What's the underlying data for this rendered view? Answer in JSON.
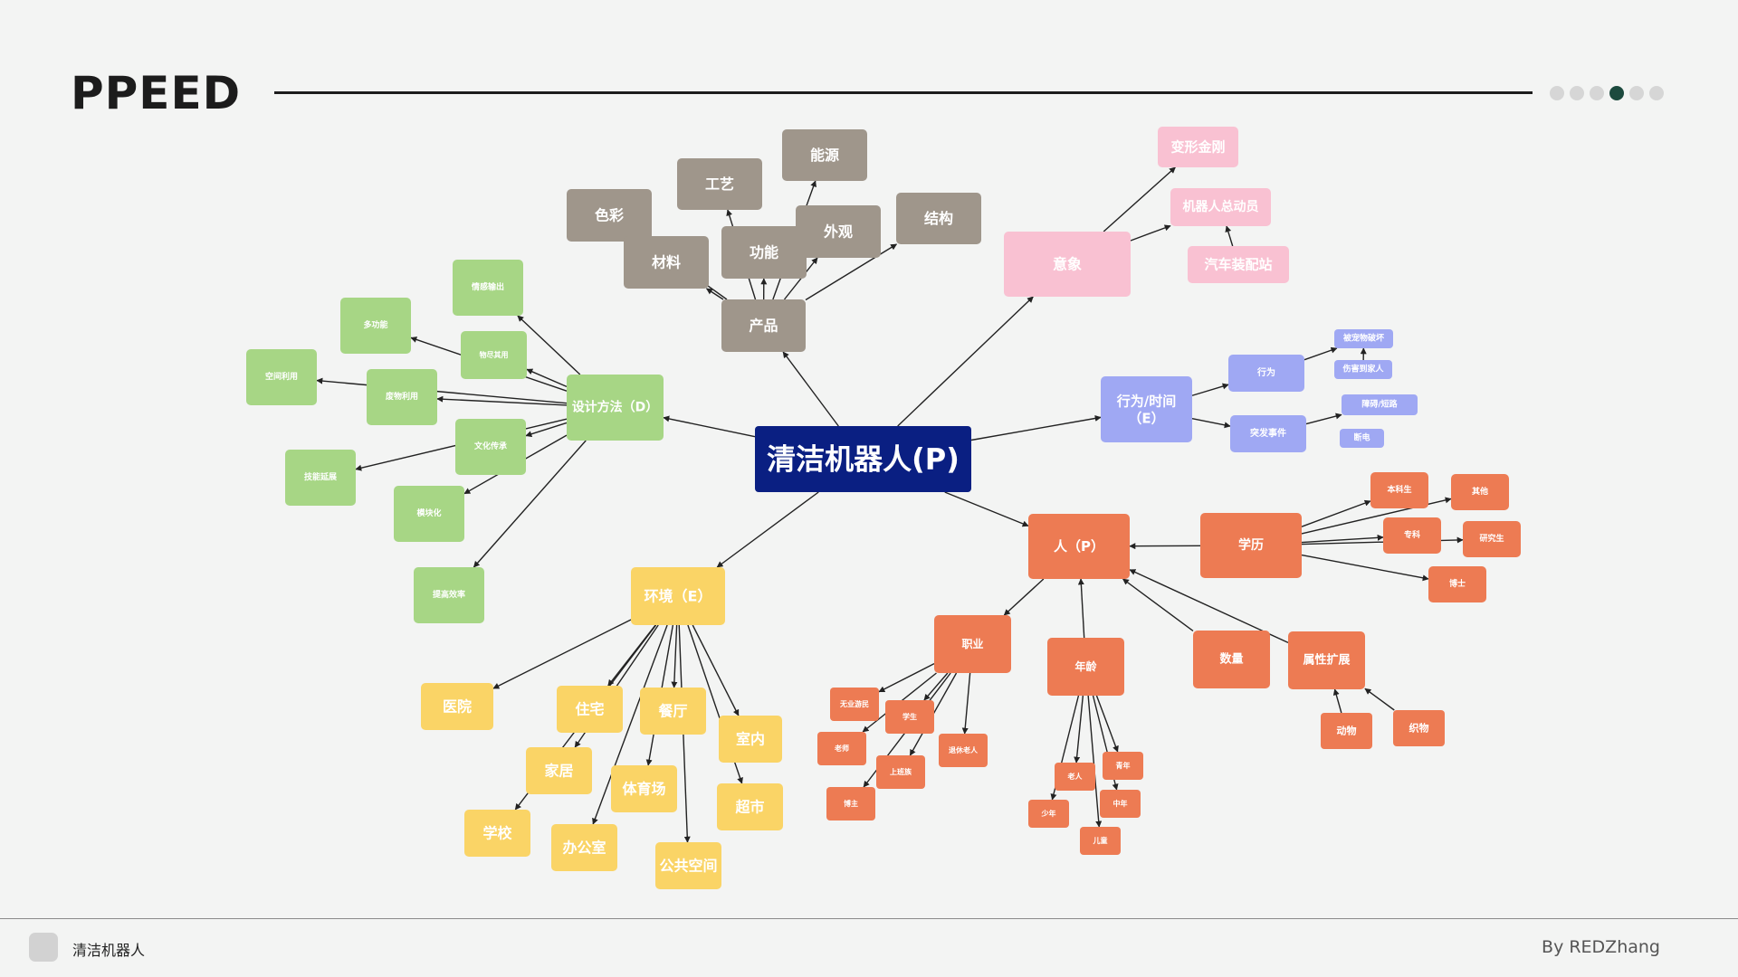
{
  "header": {
    "title": "PPEED",
    "pager": {
      "total": 6,
      "active": 4
    }
  },
  "footer": {
    "label": "清洁机器人",
    "author": "By REDZhang"
  },
  "colors": {
    "center": "#0a1f82",
    "gray": "#9f968b",
    "pink": "#f9c1d2",
    "purple": "#9fa8f3",
    "orange": "#ed7b53",
    "green": "#a7d685",
    "yellow": "#fad466",
    "line": "#222222"
  },
  "mindmap": {
    "nodes": [
      {
        "id": "center",
        "label": "清洁机器人(P)",
        "group": "center"
      },
      {
        "id": "product",
        "label": "产品",
        "group": "gray"
      },
      {
        "id": "color",
        "label": "色彩",
        "group": "gray"
      },
      {
        "id": "material",
        "label": "材料",
        "group": "gray"
      },
      {
        "id": "craft",
        "label": "工艺",
        "group": "gray"
      },
      {
        "id": "function",
        "label": "功能",
        "group": "gray"
      },
      {
        "id": "energy",
        "label": "能源",
        "group": "gray"
      },
      {
        "id": "appearance",
        "label": "外观",
        "group": "gray"
      },
      {
        "id": "structure",
        "label": "结构",
        "group": "gray"
      },
      {
        "id": "image",
        "label": "意象",
        "group": "pink"
      },
      {
        "id": "transformers",
        "label": "变形金刚",
        "group": "pink"
      },
      {
        "id": "robot_assembler",
        "label": "机器人总动员",
        "group": "pink"
      },
      {
        "id": "car_plant",
        "label": "汽车装配站",
        "group": "pink"
      },
      {
        "id": "behavior_time",
        "label": "行为/时间（E）",
        "group": "purple"
      },
      {
        "id": "behavior",
        "label": "行为",
        "group": "purple"
      },
      {
        "id": "emergency",
        "label": "突发事件",
        "group": "purple"
      },
      {
        "id": "pet_damage",
        "label": "被宠物破坏",
        "group": "purple"
      },
      {
        "id": "hurt_family",
        "label": "伤害到家人",
        "group": "purple"
      },
      {
        "id": "obstacle",
        "label": "障碍/短路",
        "group": "purple"
      },
      {
        "id": "power_off",
        "label": "断电",
        "group": "purple"
      },
      {
        "id": "person",
        "label": "人（P）",
        "group": "orange"
      },
      {
        "id": "education",
        "label": "学历",
        "group": "orange"
      },
      {
        "id": "undergrad",
        "label": "本科生",
        "group": "orange"
      },
      {
        "id": "other",
        "label": "其他",
        "group": "orange"
      },
      {
        "id": "college",
        "label": "专科",
        "group": "orange"
      },
      {
        "id": "postgrad",
        "label": "研究生",
        "group": "orange"
      },
      {
        "id": "doctor",
        "label": "博士",
        "group": "orange"
      },
      {
        "id": "occupation",
        "label": "职业",
        "group": "orange"
      },
      {
        "id": "unemployed",
        "label": "无业游民",
        "group": "orange"
      },
      {
        "id": "student",
        "label": "学生",
        "group": "orange"
      },
      {
        "id": "teacher",
        "label": "老师",
        "group": "orange"
      },
      {
        "id": "office_worker",
        "label": "上班族",
        "group": "orange"
      },
      {
        "id": "retiree",
        "label": "退休老人",
        "group": "orange"
      },
      {
        "id": "blogger",
        "label": "博主",
        "group": "orange"
      },
      {
        "id": "age",
        "label": "年龄",
        "group": "orange"
      },
      {
        "id": "elderly",
        "label": "老人",
        "group": "orange"
      },
      {
        "id": "youth",
        "label": "青年",
        "group": "orange"
      },
      {
        "id": "teen",
        "label": "少年",
        "group": "orange"
      },
      {
        "id": "middle_aged",
        "label": "中年",
        "group": "orange"
      },
      {
        "id": "child",
        "label": "儿童",
        "group": "orange"
      },
      {
        "id": "quantity",
        "label": "数量",
        "group": "orange"
      },
      {
        "id": "attr_ext",
        "label": "属性扩展",
        "group": "orange"
      },
      {
        "id": "animal",
        "label": "动物",
        "group": "orange"
      },
      {
        "id": "fabric",
        "label": "织物",
        "group": "orange"
      },
      {
        "id": "design_method",
        "label": "设计方法（D）",
        "group": "green"
      },
      {
        "id": "emotion",
        "label": "情感输出",
        "group": "green"
      },
      {
        "id": "multifunction",
        "label": "多功能",
        "group": "green"
      },
      {
        "id": "reuse",
        "label": "物尽其用",
        "group": "green"
      },
      {
        "id": "space_use",
        "label": "空间利用",
        "group": "green"
      },
      {
        "id": "waste_use",
        "label": "废物利用",
        "group": "green"
      },
      {
        "id": "culture",
        "label": "文化传承",
        "group": "green"
      },
      {
        "id": "tech_ext",
        "label": "技能延展",
        "group": "green"
      },
      {
        "id": "modular",
        "label": "模块化",
        "group": "green"
      },
      {
        "id": "efficiency",
        "label": "提高效率",
        "group": "green"
      },
      {
        "id": "environment",
        "label": "环境（E）",
        "group": "yellow"
      },
      {
        "id": "hospital",
        "label": "医院",
        "group": "yellow"
      },
      {
        "id": "residence",
        "label": "住宅",
        "group": "yellow"
      },
      {
        "id": "restaurant",
        "label": "餐厅",
        "group": "yellow"
      },
      {
        "id": "indoor",
        "label": "室内",
        "group": "yellow"
      },
      {
        "id": "home",
        "label": "家居",
        "group": "yellow"
      },
      {
        "id": "stadium",
        "label": "体育场",
        "group": "yellow"
      },
      {
        "id": "supermarket",
        "label": "超市",
        "group": "yellow"
      },
      {
        "id": "school",
        "label": "学校",
        "group": "yellow"
      },
      {
        "id": "office",
        "label": "办公室",
        "group": "yellow"
      },
      {
        "id": "public_space",
        "label": "公共空间",
        "group": "yellow"
      }
    ],
    "edges": [
      [
        "center",
        "product"
      ],
      [
        "product",
        "color"
      ],
      [
        "product",
        "material"
      ],
      [
        "product",
        "craft"
      ],
      [
        "product",
        "function"
      ],
      [
        "product",
        "energy"
      ],
      [
        "product",
        "appearance"
      ],
      [
        "product",
        "structure"
      ],
      [
        "center",
        "image"
      ],
      [
        "image",
        "transformers"
      ],
      [
        "image",
        "robot_assembler"
      ],
      [
        "car_plant",
        "robot_assembler"
      ],
      [
        "center",
        "behavior_time"
      ],
      [
        "behavior_time",
        "behavior"
      ],
      [
        "behavior_time",
        "emergency"
      ],
      [
        "behavior",
        "pet_damage"
      ],
      [
        "hurt_family",
        "pet_damage"
      ],
      [
        "emergency",
        "obstacle"
      ],
      [
        "center",
        "person"
      ],
      [
        "education",
        "person"
      ],
      [
        "education",
        "undergrad"
      ],
      [
        "education",
        "other"
      ],
      [
        "education",
        "college"
      ],
      [
        "education",
        "postgrad"
      ],
      [
        "education",
        "doctor"
      ],
      [
        "person",
        "occupation"
      ],
      [
        "occupation",
        "unemployed"
      ],
      [
        "occupation",
        "student"
      ],
      [
        "occupation",
        "teacher"
      ],
      [
        "occupation",
        "office_worker"
      ],
      [
        "occupation",
        "retiree"
      ],
      [
        "occupation",
        "blogger"
      ],
      [
        "age",
        "person"
      ],
      [
        "age",
        "elderly"
      ],
      [
        "age",
        "youth"
      ],
      [
        "age",
        "teen"
      ],
      [
        "age",
        "middle_aged"
      ],
      [
        "age",
        "child"
      ],
      [
        "quantity",
        "person"
      ],
      [
        "attr_ext",
        "person"
      ],
      [
        "animal",
        "attr_ext"
      ],
      [
        "fabric",
        "attr_ext"
      ],
      [
        "center",
        "design_method"
      ],
      [
        "design_method",
        "emotion"
      ],
      [
        "design_method",
        "multifunction"
      ],
      [
        "design_method",
        "reuse"
      ],
      [
        "design_method",
        "space_use"
      ],
      [
        "design_method",
        "waste_use"
      ],
      [
        "design_method",
        "culture"
      ],
      [
        "design_method",
        "tech_ext"
      ],
      [
        "design_method",
        "modular"
      ],
      [
        "design_method",
        "efficiency"
      ],
      [
        "center",
        "environment"
      ],
      [
        "environment",
        "hospital"
      ],
      [
        "environment",
        "residence"
      ],
      [
        "environment",
        "restaurant"
      ],
      [
        "environment",
        "indoor"
      ],
      [
        "environment",
        "home"
      ],
      [
        "environment",
        "stadium"
      ],
      [
        "environment",
        "supermarket"
      ],
      [
        "environment",
        "school"
      ],
      [
        "environment",
        "office"
      ],
      [
        "environment",
        "public_space"
      ]
    ]
  }
}
